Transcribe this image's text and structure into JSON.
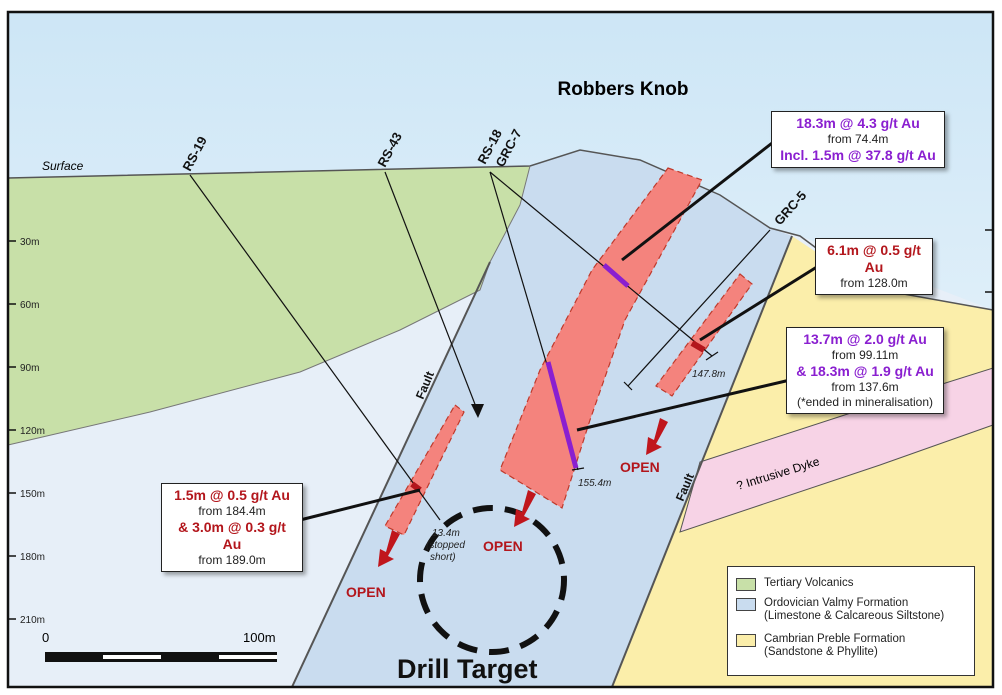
{
  "title": "Robbers Knob",
  "surface_label": "Surface",
  "depth_ticks": [
    "30m",
    "60m",
    "90m",
    "120m",
    "150m",
    "180m",
    "210m"
  ],
  "holes": [
    "RS-19",
    "RS-43",
    "RS-18",
    "GRC-7",
    "GRC-5"
  ],
  "hole_depths": {
    "rs18": "155.4m",
    "grc7": "147.8m",
    "rs19": "13.4m (stopped short)"
  },
  "rs19_depth": "13.4m",
  "rs19_note1": "(stopped",
  "rs19_note2": "short)",
  "fault_label": "Fault",
  "dyke_label": "? Intrusive Dyke",
  "open_label": "OPEN",
  "drill_target": "Drill Target",
  "scale": {
    "start": "0",
    "end": "100m"
  },
  "callouts": {
    "c1": {
      "l1": "18.3m @ 4.3 g/t Au",
      "l2": "from 74.4m",
      "l3": "Incl. 1.5m @ 37.8 g/t Au"
    },
    "c2": {
      "l1": "6.1m @ 0.5 g/t Au",
      "l2": "from 128.0m"
    },
    "c3": {
      "l1": "13.7m @ 2.0 g/t Au",
      "l2": "from 99.11m",
      "l3": "& 18.3m @ 1.9 g/t Au",
      "l4": "from 137.6m",
      "l5": "(*ended in mineralisation)"
    },
    "c4": {
      "l1": "1.5m @ 0.5 g/t Au",
      "l2": "from 184.4m",
      "l3": "& 3.0m @ 0.3 g/t Au",
      "l4": "from 189.0m"
    }
  },
  "legend": [
    {
      "label": "Tertiary Volcanics",
      "color": "#c8e0a8"
    },
    {
      "label": "Ordovician Valmy Formation",
      "sub": "(Limestone & Calcareous Siltstone)",
      "color": "#c9dcef"
    },
    {
      "label": "Cambrian Preble Formation",
      "sub": "(Sandstone & Phyllite)",
      "color": "#fbeeaa"
    }
  ],
  "colors": {
    "ore": "#f4837d",
    "grade_purple": "#8a1fd0",
    "grade_red": "#b3161c",
    "dyke": "#f7d3e6"
  }
}
